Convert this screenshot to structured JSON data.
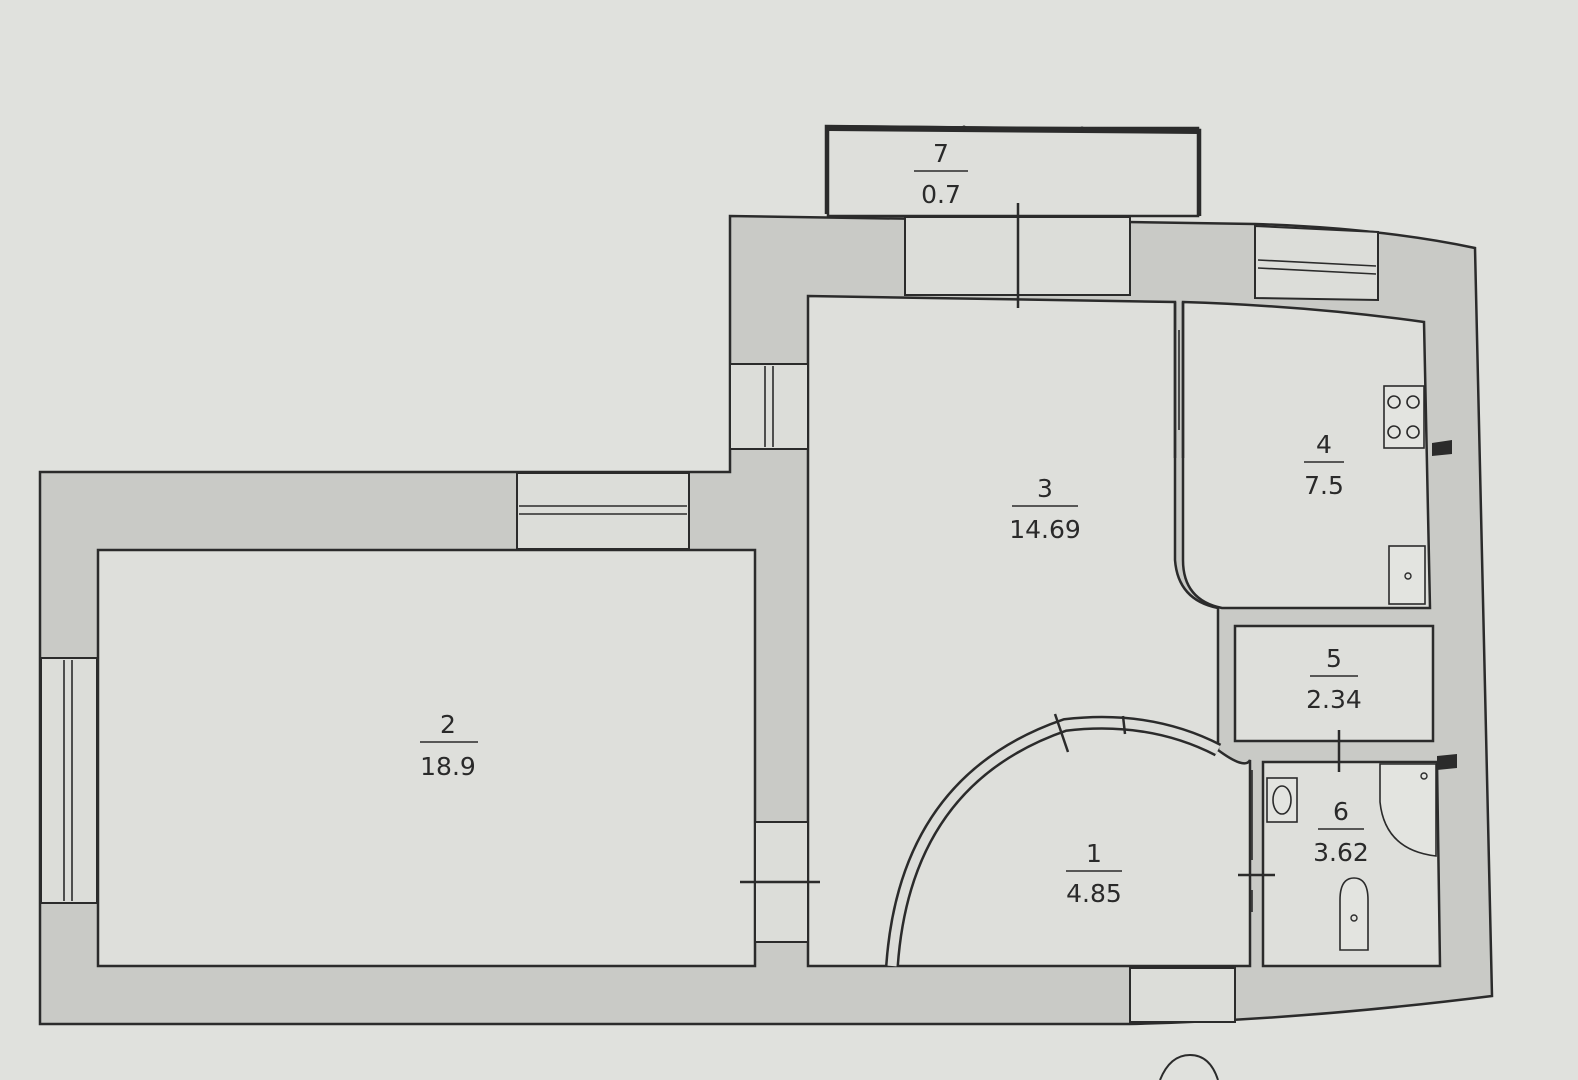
{
  "rooms": [
    {
      "number": "1",
      "area": "4.85"
    },
    {
      "number": "2",
      "area": "18.9"
    },
    {
      "number": "3",
      "area": "14.69"
    },
    {
      "number": "4",
      "area": "7.5"
    },
    {
      "number": "5",
      "area": "2.34"
    },
    {
      "number": "6",
      "area": "3.62"
    },
    {
      "number": "7",
      "area": "0.7"
    }
  ]
}
